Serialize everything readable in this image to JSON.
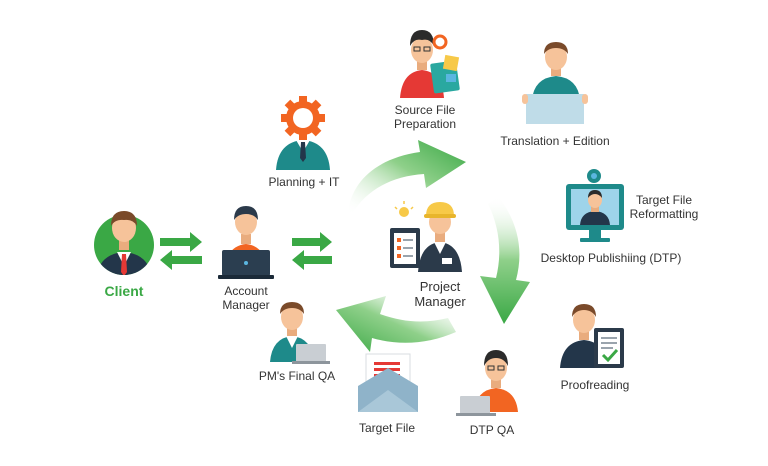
{
  "colors": {
    "accent_green": "#3aa845",
    "teal": "#1e8a8a",
    "orange": "#f26522",
    "skin": "#f6c39a",
    "hair": "#7a4a2a",
    "suit_dark": "#23364a",
    "screen_blue": "#5bb6e0",
    "text": "#333333"
  },
  "client": {
    "label": "Client",
    "icon": "client-person-icon"
  },
  "account_manager": {
    "line1": "Account",
    "line2": "Manager",
    "icon": "account-manager-laptop-icon"
  },
  "planning": {
    "label": "Planning + IT",
    "icon": "gear-person-icon"
  },
  "source_file": {
    "line1": "Source File",
    "line2": "Preparation",
    "icon": "designer-person-icon"
  },
  "translation": {
    "label": "Translation + Edition",
    "icon": "translator-person-icon"
  },
  "target_file_reformatting": {
    "line1": "Target File",
    "line2": "Reformatting"
  },
  "dtp": {
    "label": "Desktop Publishiing (DTP)",
    "icon": "monitor-person-icon"
  },
  "proofreading": {
    "label": "Proofreading",
    "icon": "checklist-person-icon"
  },
  "dtp_qa": {
    "label": "DTP QA",
    "icon": "laptop-person-icon"
  },
  "target_file": {
    "label": "Target File",
    "icon": "envelope-document-icon"
  },
  "pm_final_qa": {
    "label": "PM's Final QA",
    "icon": "laptop-person-icon"
  },
  "project_manager": {
    "line1": "Project",
    "line2": "Manager",
    "icon": "hardhat-clipboard-icon"
  }
}
